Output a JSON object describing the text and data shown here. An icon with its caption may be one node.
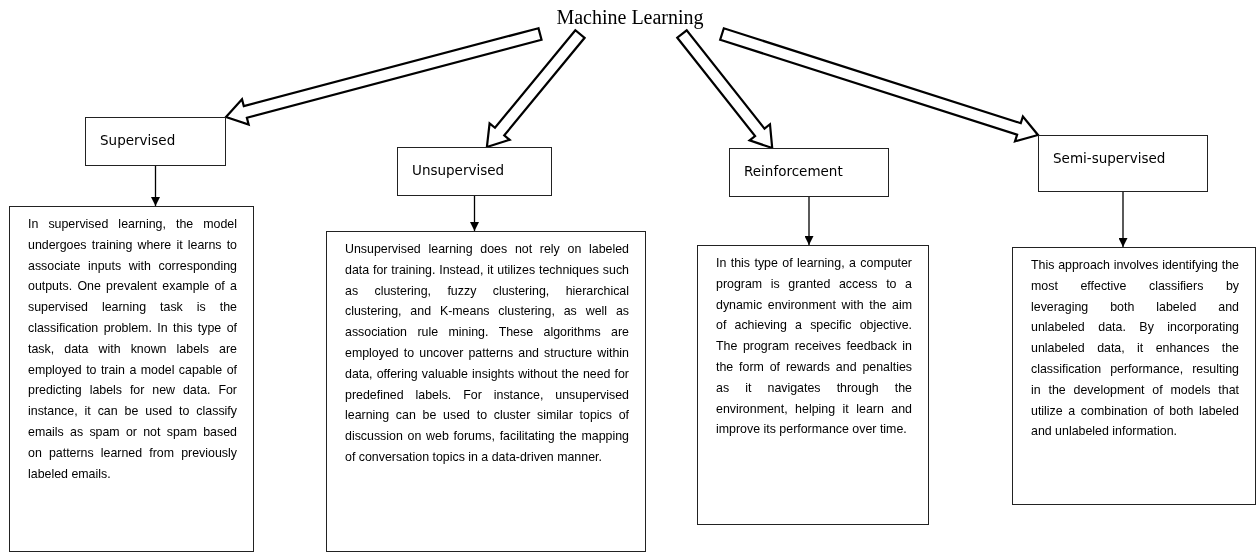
{
  "diagram": {
    "nodes": [
      {
        "text": [
          "Machine Learning"
        ]
      },
      {
        "text": [
          "Supervised"
        ]
      },
      {
        "text": [
          "Unsupervised"
        ]
      },
      {
        "text": [
          "Reinforcement"
        ]
      },
      {
        "text": [
          "Semi-supervised"
        ]
      },
      {
        "text": [
          "In supervised learning, the model undergoes training where it learns to associate inputs with corresponding outputs. One prevalent example of a supervised learning task is the classification problem. In this type of task, data with known labels are employed to train a model capable of predicting labels for new data. For instance, it can be used to classify emails as spam or not spam based on patterns learned from previously labeled emails."
        ]
      },
      {
        "text": [
          "Unsupervised learning does not rely on labeled data for training. Instead, it utilizes techniques such as clustering, fuzzy clustering, hierarchical clustering, and K-means clustering, as well as association rule mining. These algorithms are employed to uncover patterns and structure within data, offering valuable insights without the need for predefined labels. For instance, unsupervised learning can be used to cluster similar topics of discussion on web forums, facilitating the mapping of conversation topics in a data-driven manner."
        ]
      },
      {
        "text": [
          "In this type of learning, a computer program is granted access to a dynamic environment with the aim of achieving a specific objective. The program receives feedback in the form of rewards and penalties as it navigates through the environment, helping it learn and improve its performance over time."
        ]
      },
      {
        "text": [
          "This approach involves identifying the most effective classifiers by leveraging both labeled and unlabeled data. By incorporating unlabeled data, it enhances the classification performance, resulting in the development of models that utilize a combination of both labeled and unlabeled information."
        ]
      }
    ],
    "edges": [
      {
        "from": 0,
        "to": 1,
        "arrow": "to",
        "style": "thick"
      },
      {
        "from": 0,
        "to": 2,
        "arrow": "to",
        "style": "thick"
      },
      {
        "from": 0,
        "to": 3,
        "arrow": "to",
        "style": "thick"
      },
      {
        "from": 0,
        "to": 4,
        "arrow": "to",
        "style": "thick"
      },
      {
        "from": 1,
        "to": 5,
        "arrow": "to"
      },
      {
        "from": 2,
        "to": 6,
        "arrow": "to"
      },
      {
        "from": 3,
        "to": 7,
        "arrow": "to"
      },
      {
        "from": 4,
        "to": 8,
        "arrow": "to"
      }
    ]
  }
}
